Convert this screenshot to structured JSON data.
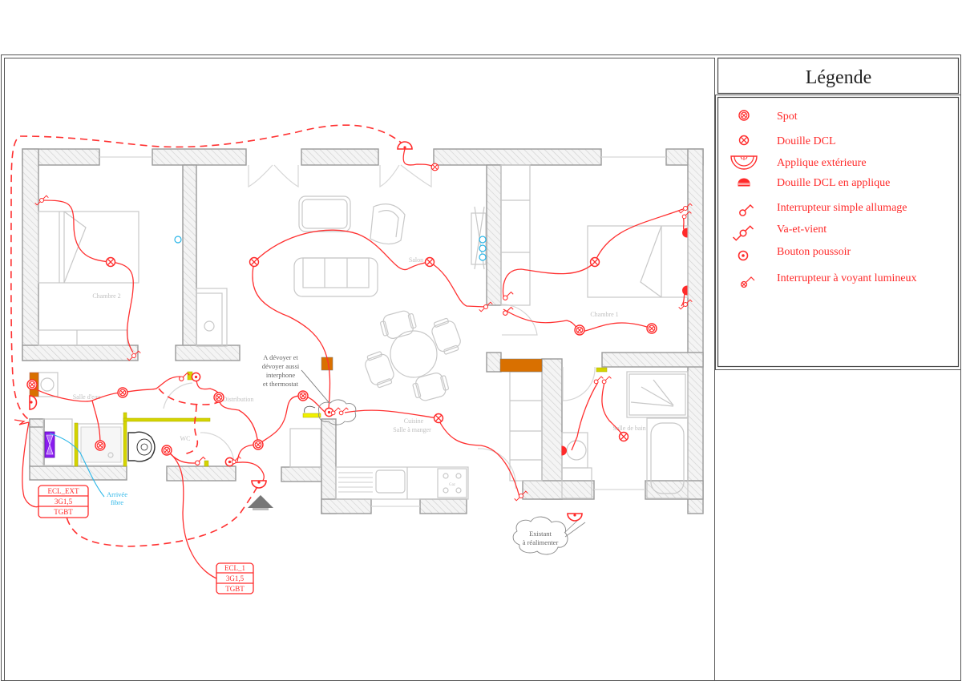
{
  "legend": {
    "title": "Légende",
    "items": [
      {
        "icon": "spot-icon",
        "label": "Spot"
      },
      {
        "icon": "douille-dcl-icon",
        "label": "Douille DCL"
      },
      {
        "icon": "applique-exterieure-icon",
        "label": "Applique extérieure"
      },
      {
        "icon": "douille-dcl-applique-icon",
        "label": "Douille DCL en applique"
      },
      {
        "icon": "interrupteur-simple-icon",
        "label": "Interrupteur simple allumage"
      },
      {
        "icon": "va-et-vient-icon",
        "label": "Va-et-vient"
      },
      {
        "icon": "bouton-poussoir-icon",
        "label": "Bouton poussoir"
      },
      {
        "icon": "interrupteur-voyant-icon",
        "label": "Interrupteur à voyant lumineux"
      }
    ]
  },
  "rooms": {
    "chambre2": "Chambre 2",
    "salon": "Salon",
    "chambre1": "Chambre 1",
    "salle_eau": "Salle d'eau",
    "distribution": "Distribution",
    "wc": "WC",
    "cuisine": "Cuisine",
    "salle_manger": "Salle à manger",
    "salle_bain": "Salle de bain",
    "gaz": "Gaz"
  },
  "notes": {
    "devoyer": [
      "A dévoyer et",
      "dévoyer aussi",
      "interphone",
      "et thermostat"
    ],
    "existant": [
      "Existant",
      "à réalimenter"
    ],
    "fibre": [
      "Arrivée",
      "fibre"
    ]
  },
  "circuits": [
    {
      "name": "ECL_EXT",
      "cable": "3G1,5",
      "source": "TGBT"
    },
    {
      "name": "ECL_1",
      "cable": "3G1,5",
      "source": "TGBT"
    }
  ],
  "colors": {
    "electric": "#ff2a2a",
    "walls": "#9a9a9a",
    "furniture": "#c8c8c8",
    "network": "#29b6e8",
    "yellow_partition": "#d4d400",
    "orange_block": "#d97000",
    "purple_device": "#8a1cf0"
  }
}
